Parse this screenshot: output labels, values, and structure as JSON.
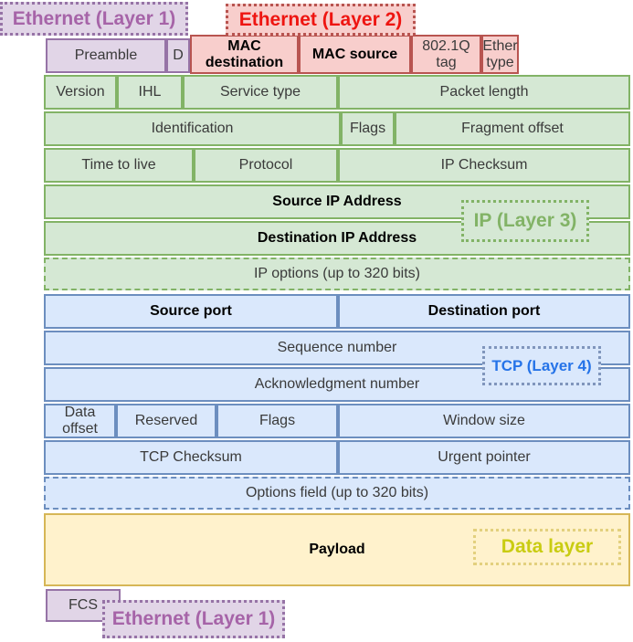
{
  "colors": {
    "purple_fill": "#E1D5E7",
    "purple_stroke": "#9673A6",
    "purple_text": "#A664A8",
    "red_fill": "#F8CECC",
    "red_stroke": "#B85450",
    "red_text": "#EE1511",
    "green_fill": "#D5E8D4",
    "green_stroke": "#82B366",
    "green_text": "#82B366",
    "blue_fill": "#DAE8FC",
    "blue_stroke": "#6C8EBF",
    "blue_text": "#2573E8",
    "blue_dots": "#8096BC",
    "yellow_fill": "#FFF2CC",
    "yellow_stroke": "#D6B656",
    "yellow_text": "#C9CC12",
    "yellow_dots": "#E3D07E",
    "cell_text": "#3A3A3A",
    "bold_text": "#000000"
  },
  "layers": {
    "ethernet_l1_top": "Ethernet (Layer 1)",
    "ethernet_l2": "Ethernet (Layer 2)",
    "ip_l3": "IP (Layer 3)",
    "tcp_l4": "TCP (Layer 4)",
    "data_layer": "Data layer",
    "ethernet_l1_bottom": "Ethernet (Layer 1)"
  },
  "ethernet_header": {
    "preamble": "Preamble",
    "start_delimiter": "D",
    "mac_destination": "MAC destination",
    "mac_source": "MAC source",
    "dot1q_tag": "802.1Q tag",
    "ether_type": "Ether type",
    "fcs": "FCS"
  },
  "ip_header": {
    "version": "Version",
    "ihl": "IHL",
    "service_type": "Service type",
    "packet_length": "Packet length",
    "identification": "Identification",
    "flags": "Flags",
    "fragment_offset": "Fragment offset",
    "time_to_live": "Time to live",
    "protocol": "Protocol",
    "ip_checksum": "IP Checksum",
    "source_ip": "Source IP Address",
    "destination_ip": "Destination IP Address",
    "ip_options": "IP options (up to 320 bits)"
  },
  "tcp_header": {
    "source_port": "Source port",
    "destination_port": "Destination port",
    "sequence_number": "Sequence number",
    "acknowledgment_number": "Acknowledgment number",
    "data_offset": "Data offset",
    "reserved": "Reserved",
    "flags": "Flags",
    "window_size": "Window size",
    "tcp_checksum": "TCP Checksum",
    "urgent_pointer": "Urgent pointer",
    "options_field": "Options field (up to 320 bits)"
  },
  "payload": {
    "label": "Payload"
  }
}
